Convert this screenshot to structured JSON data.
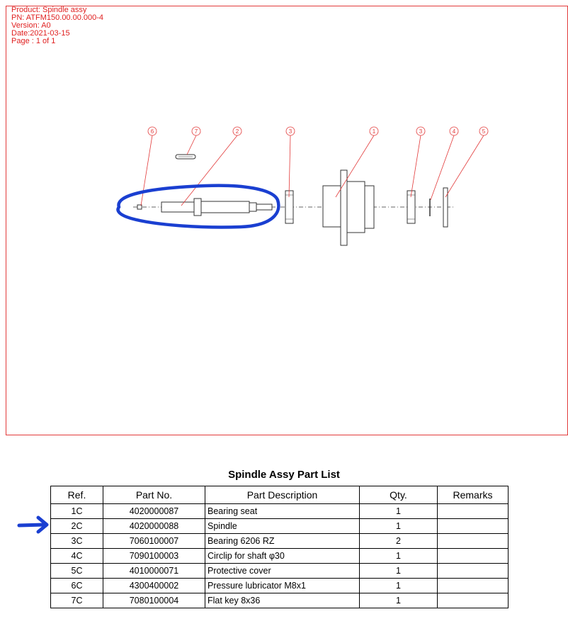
{
  "title_block": {
    "product": "Product: Spindle assy",
    "pn": "PN: ATFM150.00.00.000-4",
    "version": "Version: A0",
    "date": "Date:2021-03-15",
    "page": "Page : 1 of 1"
  },
  "balloons": [
    "6",
    "7",
    "2",
    "3",
    "1",
    "3",
    "4",
    "5"
  ],
  "annotation_color": "#1a3fd1",
  "frame_color": "#e23a3a",
  "part_list": {
    "title": "Spindle  Assy Part List",
    "headers": [
      "Ref.",
      "Part No.",
      "Part Description",
      "Qty.",
      "Remarks"
    ],
    "rows": [
      {
        "ref": "1C",
        "part_no": "4020000087",
        "desc": "Bearing seat",
        "qty": "1",
        "remarks": ""
      },
      {
        "ref": "2C",
        "part_no": "4020000088",
        "desc": "Spindle",
        "qty": "1",
        "remarks": ""
      },
      {
        "ref": "3C",
        "part_no": "7060100007",
        "desc": "Bearing 6206 RZ",
        "qty": "2",
        "remarks": ""
      },
      {
        "ref": "4C",
        "part_no": "7090100003",
        "desc": "Circlip for shaft φ30",
        "qty": "1",
        "remarks": ""
      },
      {
        "ref": "5C",
        "part_no": "4010000071",
        "desc": "Protective cover",
        "qty": "1",
        "remarks": ""
      },
      {
        "ref": "6C",
        "part_no": "4300400002",
        "desc": "Pressure lubricator M8x1",
        "qty": "1",
        "remarks": ""
      },
      {
        "ref": "7C",
        "part_no": "7080100004",
        "desc": "Flat key 8x36",
        "qty": "1",
        "remarks": ""
      }
    ]
  }
}
